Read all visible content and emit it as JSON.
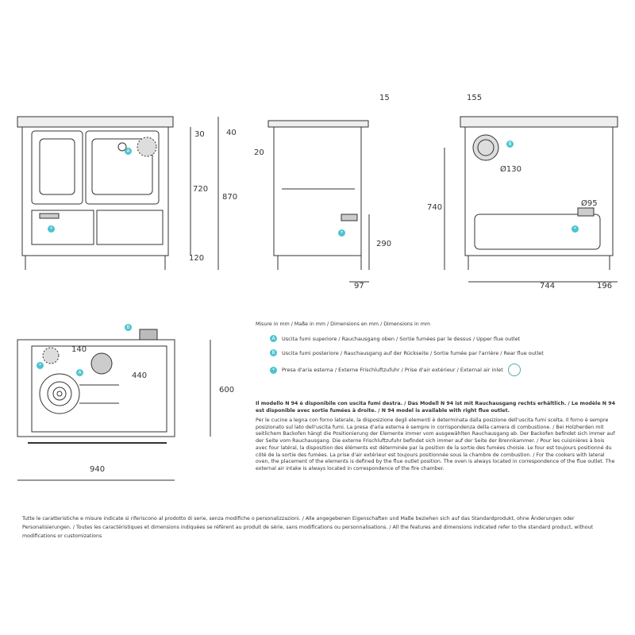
{
  "dimensions": {
    "front": {
      "total_height": "870",
      "body_height": "720",
      "top_offset": "30",
      "top_thickness": "40",
      "leg_height": "120"
    },
    "side": {
      "top_overhang": "15",
      "front_offset": "20",
      "air_inlet_height": "290",
      "air_inlet_depth": "97"
    },
    "rear": {
      "flue_offset": "155",
      "flue_diameter": "Ø130",
      "flue_height": "740",
      "inlet_diameter": "Ø95",
      "width_left": "744",
      "width_right": "196"
    },
    "top": {
      "plate_offset": "140",
      "flue_offset": "440",
      "depth": "600",
      "width": "940"
    }
  },
  "badges": {
    "a": "A",
    "b": "B",
    "c": "*"
  },
  "colors": {
    "badge": "#4cc3d0",
    "line": "#333333"
  },
  "legend": {
    "units": "Misure in mm / Maße in mm / Dimensions en mm / Dimensions in mm",
    "items": [
      {
        "badge": "A",
        "text": "Uscita fumi superiore / Rauchausgang oben / Sortie fumées par le dessus / Upper flue outlet"
      },
      {
        "badge": "B",
        "text": "Uscita fumi posteriore / Rauchausgang auf der Rückseite / Sortie fumée par l'arrière / Rear flue outlet"
      },
      {
        "badge": "*",
        "text": "Presa d'aria esterna / Externe Frischluftzufuhr / Prise d'air extérieur / External air inlet"
      }
    ]
  },
  "notes": {
    "model": "Il modello N 94 è disponibile con uscita fumi destra. / Das Modell N 94 ist mit Rauchausgang rechts erhältlich. / Le modèle N 94 est disponible avec sortie fumées à droite. / N 94 model is available with right flue outlet.",
    "layout": "Per le cucine a legna con forno laterale, la disposizione degli elementi è determinata dalla posizione dell'uscita fumi scelta. Il forno è sempre posizionato sul lato dell'uscita fumi. La presa d'aria esterna è sempre in corrispondenza della camera di combustione. / Bei Holzherden mit seitlichem Backofen hängt die Positionierung der Elemente immer vom ausgewählten Rauchausgang ab. Der Backofen befindet sich immer auf der Seite vom Rauchausgang. Die externe Frischluftzufuhr befindet sich immer auf der Seite der Brennkammer. / Pour les cuisinières à bois avec four latéral, la disposition des éléments est déterminée par la position de la sortie des fumées choisie. Le four est toujours positionné du côté de la sortie des fumées. La prise d'air extérieur est toujours positionnée sous la chambre de combustion. / For the cookers with lateral oven, the placement of the elements is defined by the flue outlet position. The oven is always located in correspondence of the flue outlet. The external air intake is always located in correspondence of the fire chamber.",
    "disclaimer": "Tutte le caratteristiche e misure indicate si riferiscono al prodotto di serie, senza modifiche o personalizzazioni. / Alle angegebenen Eigenschaften und Maße beziehen sich auf das Standardprodukt, ohne Änderungen oder Personalisierungen. / Toutes les caractéristiques et dimensions indiquées se réfèrent au produit de série, sans modifications ou personnalisations. / All the features and dimensions indicated refer to the standard product, without modifications or customizations"
  }
}
